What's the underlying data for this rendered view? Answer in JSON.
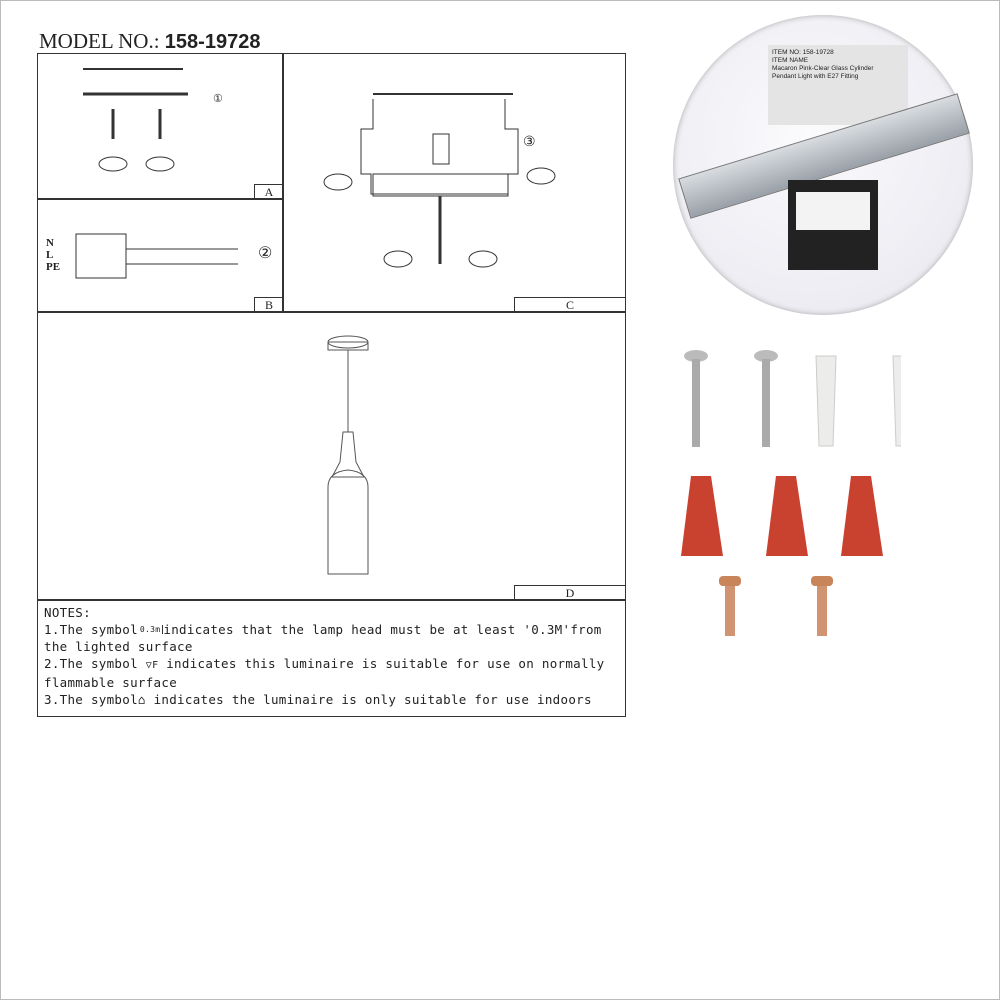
{
  "header": {
    "model_label": "MODEL NO.:",
    "model_number": "158-19728"
  },
  "panels": {
    "a": "A",
    "b": "B",
    "c": "C",
    "d": "D"
  },
  "diagram": {
    "step1": "①",
    "step2": "②",
    "step3": "③",
    "terminal_labels": [
      "N",
      "L",
      "PE"
    ]
  },
  "notes": {
    "title": "NOTES:",
    "lines": [
      "1.The symbol",
      "indicates that the lamp head must be at least '0.3M'from",
      "the lighted surface",
      "2.The symbol",
      "indicates this luminaire is suitable for use on normally",
      "flammable surface",
      "3.The symbol",
      "indicates the luminaire is only suitable for use indoors"
    ],
    "symbol_distance": "0.3m",
    "symbol_flammable": "F"
  },
  "canopy_label": {
    "item_no": "ITEM NO: 158-19728",
    "item_name": "ITEM NAME",
    "name_line1": "Macaron Pink-Clear Glass Cylinder",
    "name_line2": "Pendant Light with E27 Fitting"
  },
  "colors": {
    "wire_connector": "#c9412f",
    "screw_brass": "#c9855a",
    "canopy": "#eeeef3"
  }
}
